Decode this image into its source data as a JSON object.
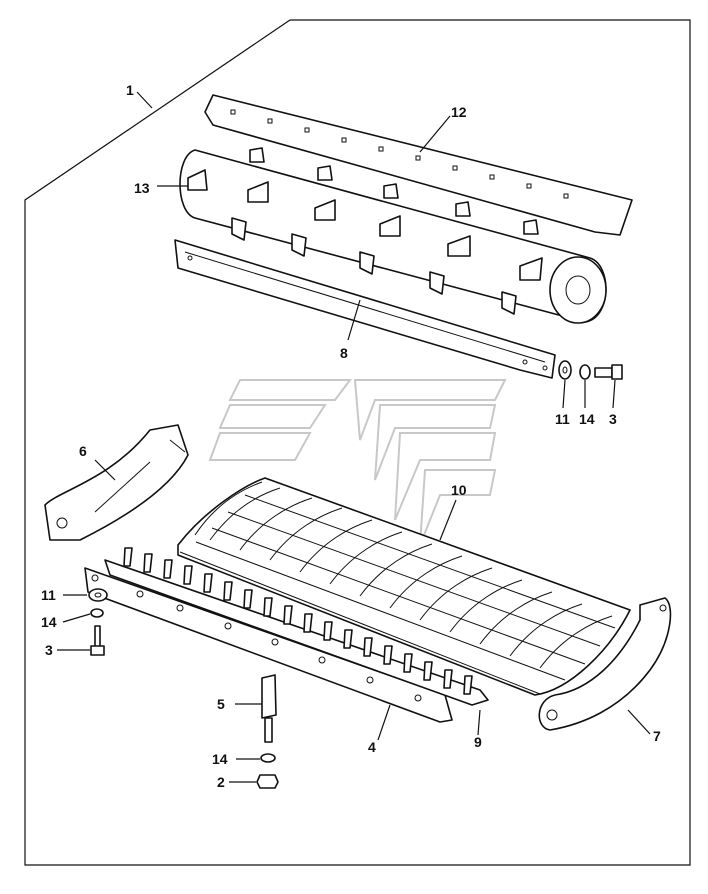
{
  "callouts": {
    "c1": "1",
    "c12": "12",
    "c13": "13",
    "c8": "8",
    "c11a": "11",
    "c14a": "14",
    "c3a": "3",
    "c6": "6",
    "c10": "10",
    "c11b": "11",
    "c14b": "14",
    "c3b": "3",
    "c5": "5",
    "c14c": "14",
    "c2": "2",
    "c4": "4",
    "c9": "9",
    "c7": "7"
  }
}
